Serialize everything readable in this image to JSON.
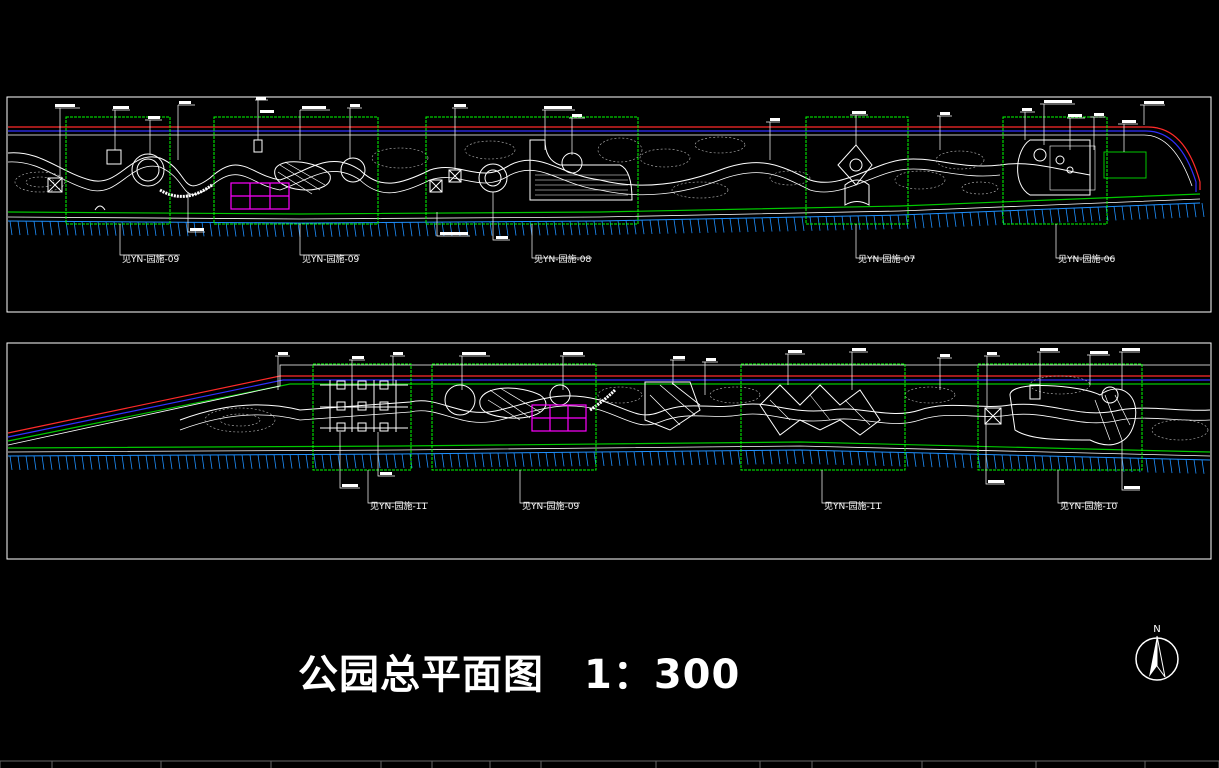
{
  "drawing": {
    "title": "公园总平面图",
    "scale": "1：300",
    "north_label": "N"
  },
  "colors": {
    "background": "#000000",
    "frame": "#ffffff",
    "detail_box": "#00ff00",
    "red_line": "#ff2a2a",
    "blue_line": "#3030ff",
    "green_line": "#00c800",
    "cyan_hatch": "#1e90ff",
    "magenta": "#ff00ff",
    "white_line": "#ffffff",
    "contour": "#bbbbbb"
  },
  "strips": [
    {
      "name": "upper-strip",
      "callouts": [
        "见YN-园施-09",
        "见YN-园施-09",
        "见YN-园施-08",
        "见YN-园施-07",
        "见YN-园施-06"
      ]
    },
    {
      "name": "lower-strip",
      "callouts": [
        "见YN-园施-11",
        "见YN-园施-09",
        "见YN-园施-11",
        "见YN-园施-10"
      ]
    }
  ]
}
